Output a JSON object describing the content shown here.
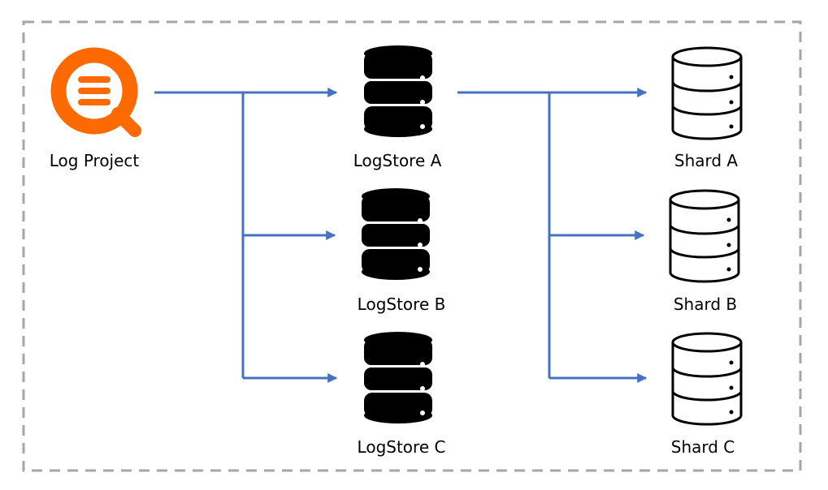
{
  "project": {
    "label": "Log Project",
    "icon": "log-service-magnifier-icon",
    "color": "#FF6A00"
  },
  "logstores": [
    {
      "label": "LogStore A",
      "icon": "database-filled-icon"
    },
    {
      "label": "LogStore B",
      "icon": "database-filled-icon"
    },
    {
      "label": "LogStore C",
      "icon": "database-filled-icon"
    }
  ],
  "shards": [
    {
      "label": "Shard A",
      "icon": "database-outline-icon"
    },
    {
      "label": "Shard B",
      "icon": "database-outline-icon"
    },
    {
      "label": "Shard C",
      "icon": "database-outline-icon"
    }
  ],
  "colors": {
    "connector": "#4472C4",
    "border": "#A6A6A6",
    "icon": "#000000"
  }
}
